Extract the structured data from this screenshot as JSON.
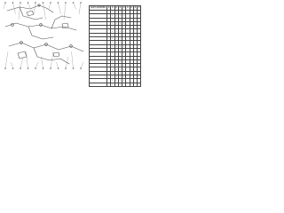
{
  "table": {
    "headers": [
      "PART NUMBER",
      "8",
      "8",
      "8",
      "8",
      "8",
      "8",
      "8",
      "8",
      "8"
    ],
    "rows": [
      {
        "part_number": "",
        "marks": [
          "",
          "•",
          "•",
          "•",
          "•",
          "",
          "",
          "",
          ""
        ]
      },
      {
        "part_number": "",
        "marks": [
          "",
          "•",
          "•",
          "•",
          "•",
          "",
          "",
          "",
          ""
        ]
      },
      {
        "part_number": "",
        "marks": [
          "",
          "•",
          "",
          "•",
          "",
          "",
          "",
          "",
          ""
        ]
      },
      {
        "part_number": "",
        "marks": [
          "",
          "•",
          "•",
          "•",
          "•",
          "",
          "",
          "",
          ""
        ]
      },
      {
        "part_number": "",
        "marks": [
          "",
          "•",
          "",
          "•",
          "",
          "",
          "",
          "",
          ""
        ]
      },
      {
        "part_number": "",
        "marks": [
          "",
          "•",
          "•",
          "•",
          "•",
          "",
          "",
          "",
          ""
        ]
      },
      {
        "part_number": "",
        "marks": [
          "",
          "•",
          "•",
          "•",
          "•",
          "",
          "",
          "",
          ""
        ]
      },
      {
        "part_number": "",
        "marks": [
          "",
          "•",
          "",
          "•",
          "",
          "",
          "",
          "",
          ""
        ]
      },
      {
        "part_number": "",
        "marks": [
          "",
          "•",
          "•",
          "•",
          "•",
          "",
          "",
          "",
          ""
        ]
      },
      {
        "part_number": "",
        "marks": [
          "",
          "•",
          "•",
          "•",
          "•",
          "",
          "",
          "",
          ""
        ]
      },
      {
        "part_number": "",
        "marks": [
          "",
          "•",
          "",
          "•",
          "",
          "",
          "",
          "",
          ""
        ]
      },
      {
        "part_number": "",
        "marks": [
          "",
          "•",
          "•",
          "•",
          "•",
          "",
          "",
          "",
          ""
        ]
      },
      {
        "part_number": "",
        "marks": [
          "",
          "•",
          "•",
          "•",
          "•",
          "",
          "",
          "",
          ""
        ]
      },
      {
        "part_number": "",
        "marks": [
          "",
          "•",
          "",
          "•",
          "",
          "",
          "",
          "",
          ""
        ]
      },
      {
        "part_number": "",
        "marks": [
          "",
          "•",
          "•",
          "•",
          "•",
          "",
          "",
          "",
          ""
        ]
      },
      {
        "part_number": "",
        "marks": [
          "",
          "•",
          "•",
          "•",
          "•",
          "",
          "",
          "",
          ""
        ]
      },
      {
        "part_number": "",
        "marks": [
          "",
          "•",
          "",
          "•",
          "",
          "",
          "",
          "",
          ""
        ]
      },
      {
        "part_number": "",
        "marks": [
          "",
          "•",
          "•",
          "•",
          "•",
          "",
          "",
          "",
          ""
        ]
      },
      {
        "part_number": "",
        "marks": [
          "",
          "•",
          "•",
          "•",
          "•",
          "",
          "",
          "",
          ""
        ]
      },
      {
        "part_number": "",
        "marks": [
          "",
          "•",
          "",
          "•",
          "",
          "",
          "",
          "",
          ""
        ]
      }
    ]
  },
  "callout_count": 22,
  "colors": {
    "line": "#555555",
    "table_border": "#444444"
  }
}
